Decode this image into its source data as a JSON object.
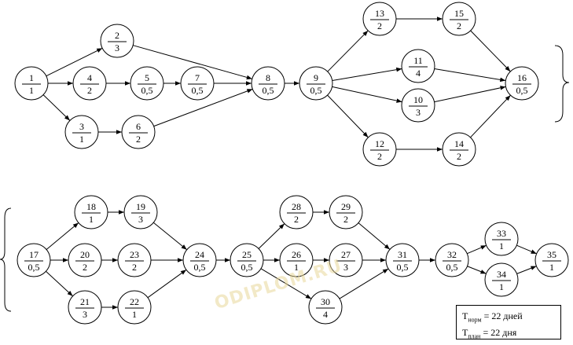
{
  "nodes": [
    {
      "id": "1",
      "t": "1"
    },
    {
      "id": "2",
      "t": "3"
    },
    {
      "id": "4",
      "t": "2"
    },
    {
      "id": "5",
      "t": "0,5"
    },
    {
      "id": "7",
      "t": "0,5"
    },
    {
      "id": "3",
      "t": "1"
    },
    {
      "id": "6",
      "t": "2"
    },
    {
      "id": "8",
      "t": "0,5"
    },
    {
      "id": "9",
      "t": "0,5"
    },
    {
      "id": "13",
      "t": "2"
    },
    {
      "id": "15",
      "t": "2"
    },
    {
      "id": "11",
      "t": "4"
    },
    {
      "id": "10",
      "t": "3"
    },
    {
      "id": "12",
      "t": "2"
    },
    {
      "id": "14",
      "t": "2"
    },
    {
      "id": "16",
      "t": "0,5"
    },
    {
      "id": "17",
      "t": "0,5"
    },
    {
      "id": "18",
      "t": "1"
    },
    {
      "id": "19",
      "t": "3"
    },
    {
      "id": "20",
      "t": "2"
    },
    {
      "id": "23",
      "t": "2"
    },
    {
      "id": "21",
      "t": "3"
    },
    {
      "id": "22",
      "t": "1"
    },
    {
      "id": "24",
      "t": "0,5"
    },
    {
      "id": "25",
      "t": "0,5"
    },
    {
      "id": "28",
      "t": "2"
    },
    {
      "id": "29",
      "t": "2"
    },
    {
      "id": "26",
      "t": "1"
    },
    {
      "id": "27",
      "t": "3"
    },
    {
      "id": "30",
      "t": "4"
    },
    {
      "id": "31",
      "t": "0,5"
    },
    {
      "id": "32",
      "t": "0,5"
    },
    {
      "id": "33",
      "t": "1"
    },
    {
      "id": "34",
      "t": "1"
    },
    {
      "id": "35",
      "t": "1"
    }
  ],
  "edges": [
    [
      "1",
      "2"
    ],
    [
      "1",
      "4"
    ],
    [
      "1",
      "3"
    ],
    [
      "4",
      "5"
    ],
    [
      "5",
      "7"
    ],
    [
      "7",
      "8"
    ],
    [
      "2",
      "8"
    ],
    [
      "3",
      "6"
    ],
    [
      "6",
      "8"
    ],
    [
      "8",
      "9"
    ],
    [
      "9",
      "13"
    ],
    [
      "9",
      "11"
    ],
    [
      "9",
      "10"
    ],
    [
      "9",
      "12"
    ],
    [
      "13",
      "15"
    ],
    [
      "15",
      "16"
    ],
    [
      "11",
      "16"
    ],
    [
      "10",
      "16"
    ],
    [
      "12",
      "14"
    ],
    [
      "14",
      "16"
    ],
    [
      "17",
      "18"
    ],
    [
      "17",
      "20"
    ],
    [
      "17",
      "21"
    ],
    [
      "18",
      "19"
    ],
    [
      "19",
      "24"
    ],
    [
      "20",
      "23"
    ],
    [
      "23",
      "24"
    ],
    [
      "21",
      "22"
    ],
    [
      "22",
      "24"
    ],
    [
      "24",
      "25"
    ],
    [
      "25",
      "28"
    ],
    [
      "25",
      "26"
    ],
    [
      "25",
      "30"
    ],
    [
      "28",
      "29"
    ],
    [
      "29",
      "31"
    ],
    [
      "26",
      "27"
    ],
    [
      "27",
      "31"
    ],
    [
      "30",
      "31"
    ],
    [
      "31",
      "32"
    ],
    [
      "32",
      "33"
    ],
    [
      "32",
      "34"
    ],
    [
      "33",
      "35"
    ],
    [
      "34",
      "35"
    ]
  ],
  "legend": {
    "t_norm_main": "T",
    "t_norm_sub": "норм",
    "t_norm_value": " = 22 дней",
    "t_plan_main": "T",
    "t_plan_sub": "план",
    "t_plan_value": " = 22 дня"
  },
  "watermark": "ODIPLOM.RU"
}
